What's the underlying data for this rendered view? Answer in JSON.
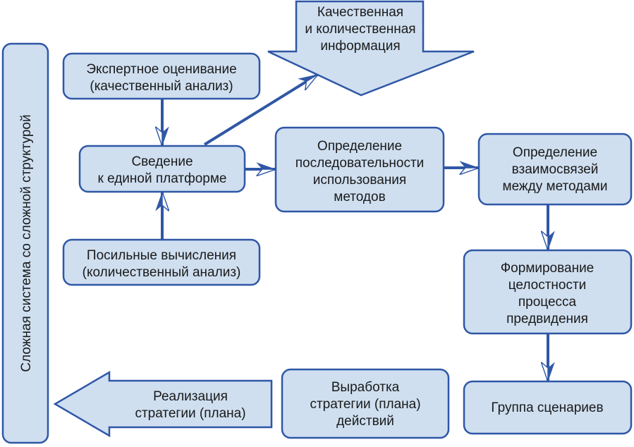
{
  "colors": {
    "fill": "#cfdff0",
    "stroke": "#2f57a6"
  },
  "side_label": "Сложная система со сложной структурой",
  "info_arrow": [
    "Качественная",
    "и количественная",
    "информация"
  ],
  "expert": [
    "Экспертное оценивание",
    "(качественный анализ)"
  ],
  "merge": [
    "Сведение",
    "к единой платформе"
  ],
  "compute": [
    "Посильные вычисления",
    "(количественный анализ)"
  ],
  "sequence": [
    "Определение",
    "последовательности",
    "использования",
    "методов"
  ],
  "relations": [
    "Определение",
    "взаимосвязей",
    "между методами"
  ],
  "integrity": [
    "Формирование",
    "целостности",
    "процесса",
    "предвидения"
  ],
  "scenarios": [
    "Группа сценариев"
  ],
  "strategy": [
    "Выработка",
    "стратегии (плана)",
    "действий"
  ],
  "realization": [
    "Реализация",
    "стратегии (плана)"
  ]
}
